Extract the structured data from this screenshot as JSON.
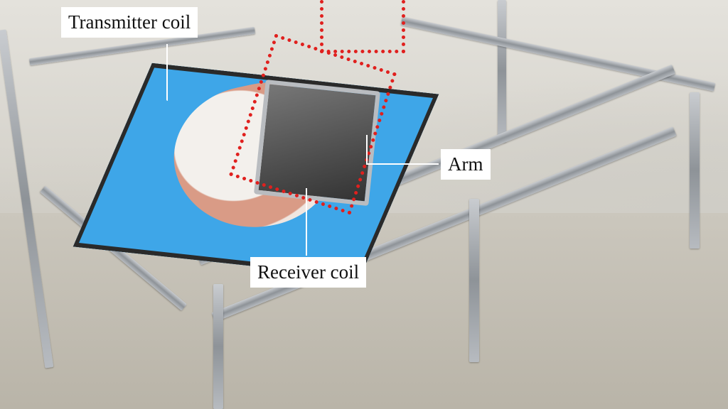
{
  "image": {
    "description": "Photo of a wireless power transfer test rig in an aluminum frame",
    "labels": {
      "transmitter": "Transmitter coil",
      "arm": "Arm",
      "receiver": "Receiver coil"
    },
    "colors": {
      "highlight_dashes": "#e0201e",
      "mat_blue": "#3ea6e8",
      "label_bg": "#ffffff"
    }
  }
}
